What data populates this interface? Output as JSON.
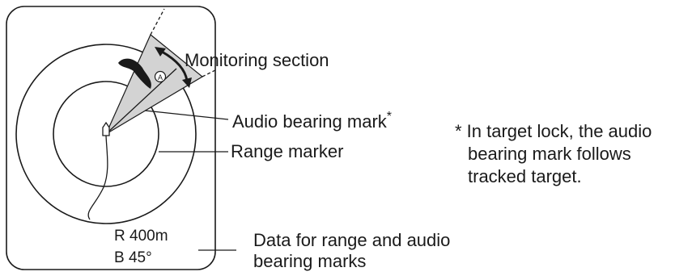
{
  "labels": {
    "monitoring_section": "Monitoring section",
    "audio_bearing_mark": "Audio bearing mark",
    "audio_bearing_asterisk": "*",
    "range_marker": "Range marker",
    "data_line1": "Data for range and audio",
    "data_line2": "bearing marks"
  },
  "note": {
    "line1": "* In target lock, the audio",
    "line2": "bearing mark follows",
    "line3": "tracked target."
  },
  "screen": {
    "range_readout": "R 400m",
    "bearing_readout": "B 45°",
    "target_symbol": "A"
  }
}
